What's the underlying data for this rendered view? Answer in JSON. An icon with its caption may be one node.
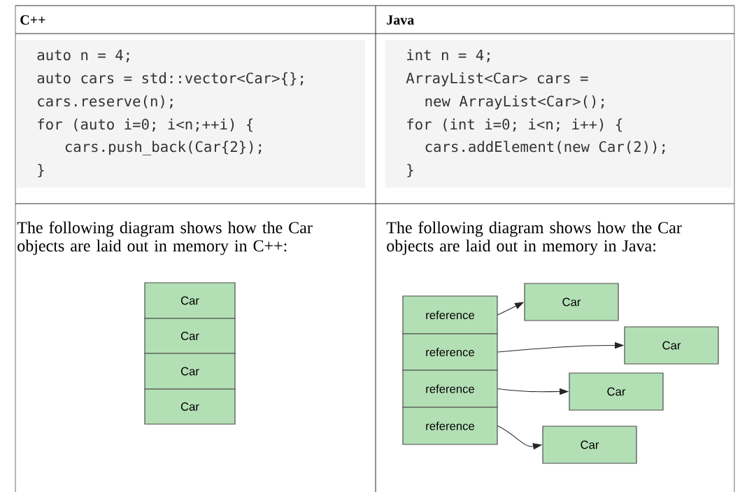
{
  "diagram": {
    "nodes": [
      {
        "text": [
          "Car"
        ]
      },
      {
        "text": [
          "Car"
        ]
      },
      {
        "text": [
          "Car"
        ]
      },
      {
        "text": [
          "Car"
        ]
      },
      {
        "text": [
          "reference"
        ]
      },
      {
        "text": [
          "reference"
        ]
      },
      {
        "text": [
          "reference"
        ]
      },
      {
        "text": [
          "reference"
        ]
      },
      {
        "text": [
          "Car"
        ]
      },
      {
        "text": [
          "Car"
        ]
      },
      {
        "text": [
          "Car"
        ]
      },
      {
        "text": [
          "Car"
        ]
      }
    ],
    "edges": [
      {
        "from": 4,
        "to": 8,
        "arrow": "to"
      },
      {
        "from": 5,
        "to": 9,
        "arrow": "to"
      },
      {
        "from": 6,
        "to": 10,
        "arrow": "to"
      },
      {
        "from": 7,
        "to": 11,
        "arrow": "to"
      }
    ],
    "labels": [
      "C++",
      "Java",
      "auto n = 4;",
      "auto cars = std::vector<Car>{};",
      "cars.reserve(n);",
      "for (auto i=0; i<n;++i) {",
      "cars.push_back(Car{2});",
      "}",
      "int n = 4;",
      "ArrayList<Car> cars =",
      "new ArrayList<Car>();",
      "for (int i=0; i<n; i++) {",
      "cars.addElement(new Car(2));",
      "}",
      "The following diagram shows how the Car objects are laid out in memory in C++:",
      "The following diagram shows how the Car objects are laid out in memory in Java:"
    ]
  }
}
